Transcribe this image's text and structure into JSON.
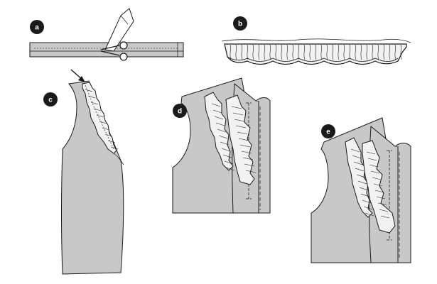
{
  "figure": {
    "panels": [
      {
        "id": "a",
        "label": "a"
      },
      {
        "id": "b",
        "label": "b"
      },
      {
        "id": "c",
        "label": "c"
      },
      {
        "id": "d",
        "label": "d"
      },
      {
        "id": "e",
        "label": "e"
      }
    ]
  },
  "colors": {
    "fabric": "#c8c8c8",
    "fabric_light": "#f2f2f2",
    "outline": "#1a1a1a",
    "badge": "#1a1a1a"
  }
}
